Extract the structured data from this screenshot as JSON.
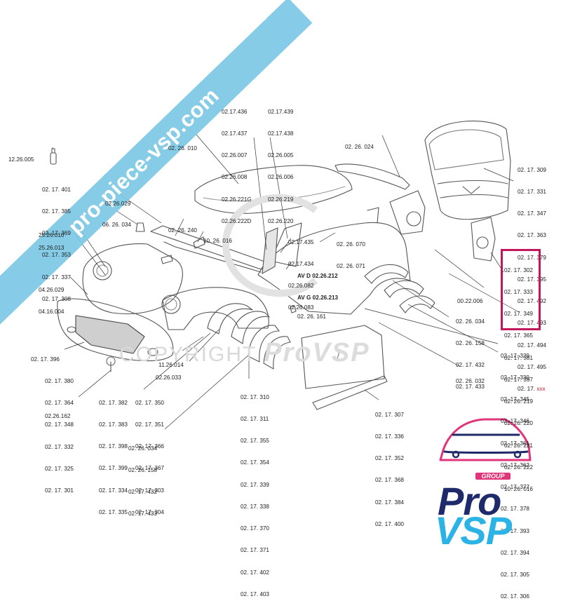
{
  "site_banner": "pro-piece-vsp.com",
  "watermark": {
    "prefix": "COPYRIGHT",
    "brand": "ProVSP"
  },
  "logo": {
    "group": "GROUP",
    "top": "Pro",
    "bottom": "VSP",
    "accent": "#e0357a",
    "navy": "#1f2a6b",
    "cyan": "#2bb3e6"
  },
  "highlight_color": "#c2185b",
  "labels": {
    "lb_12_26_005": [
      "12.26.005"
    ],
    "lb_left_col": [
      "02. 17. 401",
      "02. 17. 385",
      "02. 17. 369",
      "02. 17. 353",
      "02. 17. 337",
      "02. 17. 308"
    ],
    "lb_25_26_010": [
      "25.26.010"
    ],
    "lb_25_26_013": [
      "25.26.013"
    ],
    "lb_02_26_029": [
      "02.26.029"
    ],
    "lb_06_26_034": [
      "06. 26. 034"
    ],
    "lb_02_26_240": [
      "02. 26. 240"
    ],
    "lb_02_26_010": [
      "02. 26. 010"
    ],
    "lb_top_col1": [
      "02.17.436",
      "02.17.437",
      "02.26.007",
      "02.26.008",
      "02.26.221G",
      "02.26.222D"
    ],
    "lb_top_col2": [
      "02.17.439",
      "02.17.438",
      "02.26.005",
      "02.26.006",
      "02.26.219",
      "02.26.220"
    ],
    "lb_02_26_024": [
      "02. 26. 024"
    ],
    "lb_10_26_016": [
      "10. 26. 016"
    ],
    "lb_pillar": [
      "02.17.435",
      "02.17.434",
      "02.26.082",
      "02.26.083"
    ],
    "lb_av": [
      "AV D 02.26.212",
      "AV G 02.26.213"
    ],
    "lb_02_26_070": [
      "02. 26. 070",
      "02. 26. 071"
    ],
    "lb_04_26": [
      "04.26.029",
      "04.16.004"
    ],
    "lb_02_26_161": [
      "02. 26. 161"
    ],
    "lb_tailgate_col": [
      "02. 17. 309",
      "02. 17. 331",
      "02. 17. 347",
      "02. 17. 363",
      "02. 17. 379",
      "02. 17. 395",
      "02. 17. 492",
      "02. 17. 493",
      "02. 17. 494",
      "02. 17. 495"
    ],
    "lb_tailgate_last": "02. 17.",
    "lb_tailgate_xxx": "xxx",
    "lb_highlight_col": [
      "02. 17. 302",
      "02. 17. 333",
      "02. 17. 349",
      "02. 17. 365",
      "02. 17. 381",
      "02. 17. 397",
      "02. 26. 219",
      "02. 26. 220",
      "02. 26. 221",
      "02. 26. 222",
      "10. 26. 016"
    ],
    "lb_00_22_006": [
      "00.22.006"
    ],
    "lb_mid_right": [
      "02. 26. 034",
      "02. 26. 158",
      "02. 17. 432",
      "02. 17. 433"
    ],
    "lb_right_col": [
      "02. 17. 329",
      "02. 17. 330",
      "02. 17. 345",
      "02. 17. 346",
      "02. 17. 361",
      "02. 17. 362",
      "02. 17. 377",
      "02. 17. 378",
      "02. 17. 393",
      "02. 17. 394",
      "02. 17. 305",
      "02. 17. 306"
    ],
    "lb_02_26_032": [
      "02. 26. 032"
    ],
    "lb_bumper_col": [
      "02. 17. 396",
      "02. 17. 380",
      "02. 17. 364",
      "02. 17. 348",
      "02. 17. 332",
      "02. 17. 325",
      "02. 17. 301"
    ],
    "lb_11_26_014": [
      "11.26.014"
    ],
    "lb_02_26_033": [
      "02.26.033"
    ],
    "lb_02_26_162": [
      "02.26.162"
    ],
    "lb_bottom_col1": [
      "02. 17. 382",
      "02. 17. 383",
      "02. 17. 398",
      "02. 17. 399",
      "02. 17. 334",
      "02. 17. 335"
    ],
    "lb_bottom_col2": [
      "02. 17. 350",
      "02. 17. 351",
      "02. 17. 366",
      "02. 17. 367",
      "02. 17. 303",
      "02. 17. 304"
    ],
    "lb_bottom_col3": [
      "02. 26. 034",
      "02. 26. 158",
      "02. 17. 432",
      "02. 17. 433"
    ],
    "lb_bottom_col4": [
      "02. 17. 310",
      "02. 17. 311",
      "02. 17. 355",
      "02. 17. 354",
      "02. 17. 339",
      "02. 17. 338",
      "02. 17. 370",
      "02. 17. 371",
      "02. 17. 402",
      "02. 17. 403"
    ],
    "lb_bottom_col5": [
      "02. 17. 307",
      "02. 17. 336",
      "02. 17. 352",
      "02. 17. 368",
      "02. 17. 384",
      "02. 17. 400"
    ]
  }
}
